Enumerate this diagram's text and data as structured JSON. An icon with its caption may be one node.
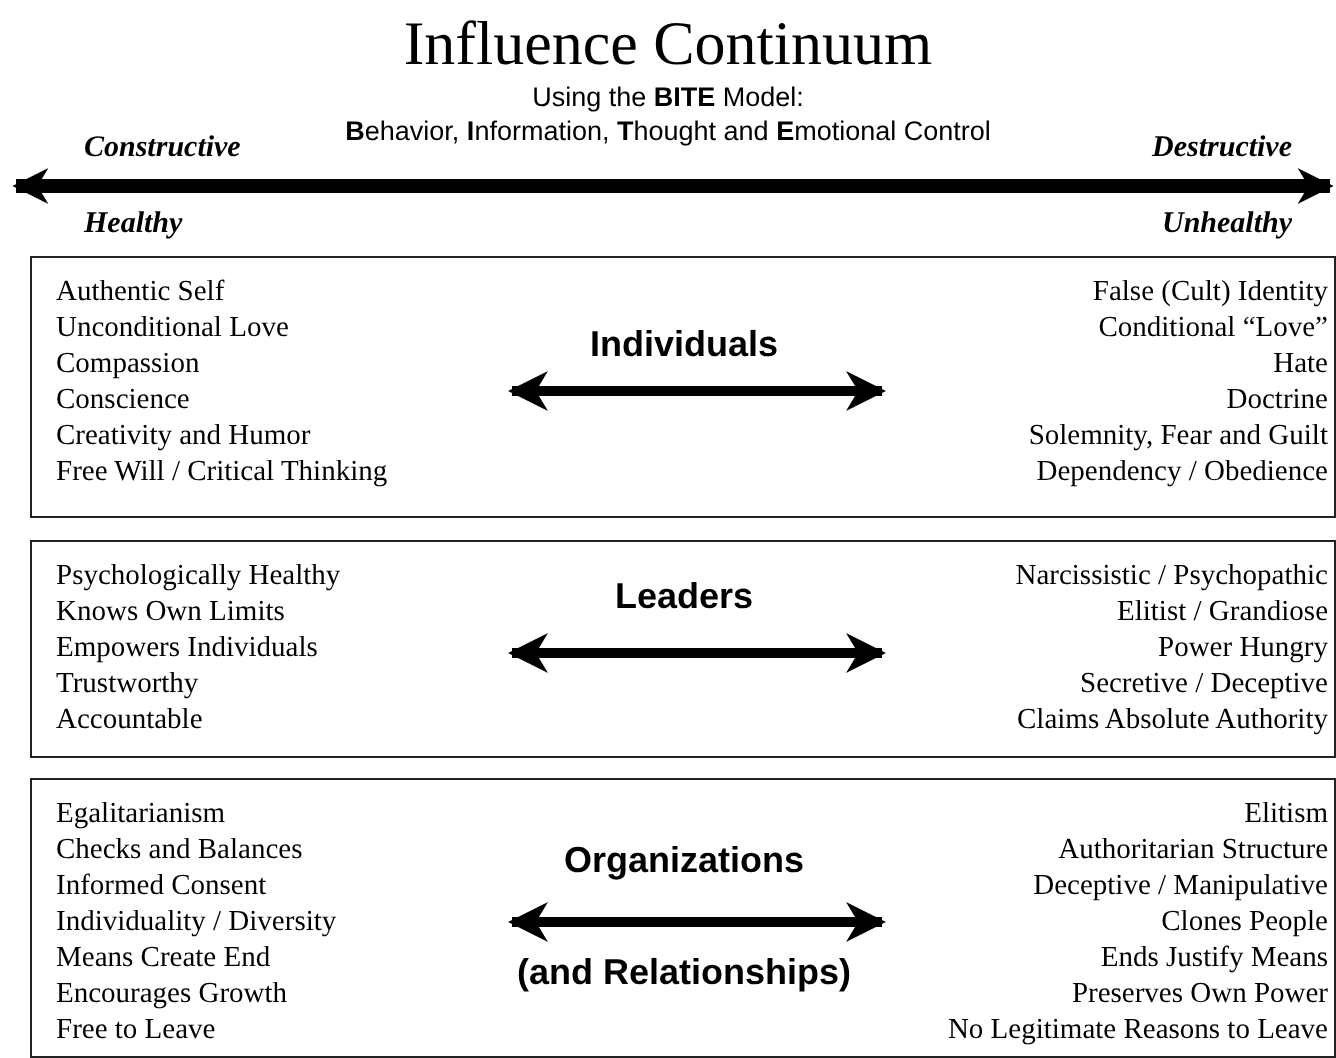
{
  "diagram": {
    "title": "Influence Continuum",
    "nodes": [
      {
        "text": [
          "Individuals"
        ]
      },
      {
        "text": [
          "Authentic Self",
          "Unconditional Love",
          "Compassion",
          "Conscience",
          "Creativity and Humor",
          "Free Will / Critical Thinking"
        ],
        "in": 0
      },
      {
        "text": [
          "False (Cult) Identity",
          "Conditional “Love”",
          "Hate",
          "Doctrine",
          "Solemnity, Fear and Guilt",
          "Dependency / Obedience"
        ],
        "in": 0
      },
      {
        "text": [
          "Leaders"
        ]
      },
      {
        "text": [
          "Psychologically Healthy",
          "Knows Own Limits",
          "Empowers Individuals",
          "Trustworthy",
          "Accountable"
        ],
        "in": 3
      },
      {
        "text": [
          "Narcissistic / Psychopathic",
          "Elitist / Grandiose",
          "Power Hungry",
          "Secretive / Deceptive",
          "Claims Absolute Authority"
        ],
        "in": 3
      },
      {
        "text": [
          "Organizations",
          "(and Relationships)"
        ]
      },
      {
        "text": [
          "Egalitarianism",
          "Checks and Balances",
          "Informed Consent",
          "Individuality / Diversity",
          "Means Create End",
          "Encourages Growth",
          "Free to Leave"
        ],
        "in": 6
      },
      {
        "text": [
          "Elitism",
          "Authoritarian Structure",
          "Deceptive / Manipulative",
          "Clones People",
          "Ends Justify Means",
          "Preserves Own Power",
          "No Legitimate Reasons to Leave"
        ],
        "in": 6
      }
    ],
    "edges": [
      {
        "from": 1,
        "to": 2,
        "arrow": "both"
      },
      {
        "from": 4,
        "to": 5,
        "arrow": "both"
      },
      {
        "from": 7,
        "to": 8,
        "arrow": "both"
      }
    ],
    "labels": [
      "Using the **BITE** Model:",
      "**B**ehavior, **I**nformation, **T**hought and **E**motional Control",
      "Constructive",
      "Destructive",
      "Healthy",
      "Unhealthy"
    ]
  }
}
